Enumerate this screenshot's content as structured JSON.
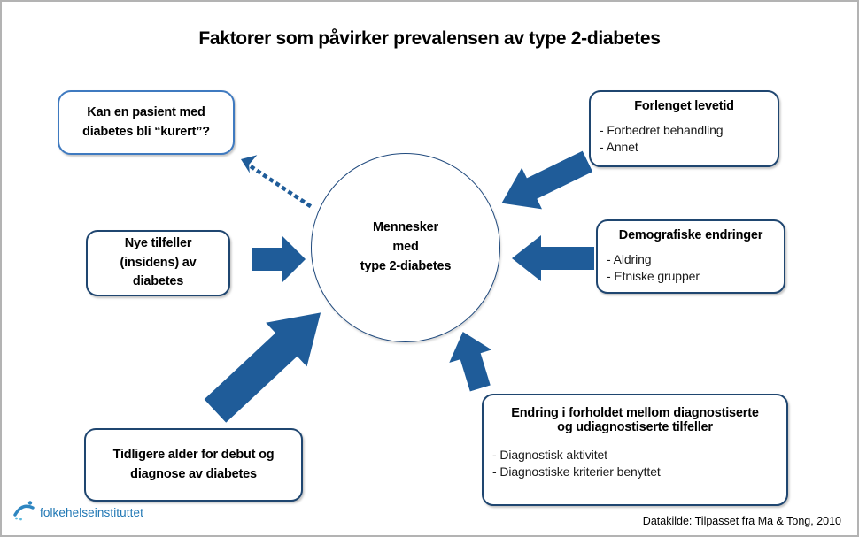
{
  "title": "Faktorer som påvirker prevalensen av type 2-diabetes",
  "colors": {
    "arrow_fill": "#1f5c99",
    "box_border_dark": "#1f4670",
    "question_box_border": "#3f7ac0",
    "logo_blue": "#2077b4"
  },
  "center_circle": {
    "lines": [
      "Mennesker",
      "med",
      "type 2-diabetes"
    ]
  },
  "boxes": {
    "question": {
      "lines": [
        "Kan en pasient med",
        "diabetes bli “kurert”?"
      ]
    },
    "forlenget": {
      "title": "Forlenget levetid",
      "items": [
        "- Forbedret behandling",
        "- Annet"
      ]
    },
    "demografiske": {
      "title": "Demografiske endringer",
      "items": [
        "- Aldring",
        "- Etniske grupper"
      ]
    },
    "nye_tilfeller": {
      "lines": [
        "Nye tilfeller",
        "(insidens) av",
        "diabetes"
      ]
    },
    "tidligere": {
      "lines": [
        "Tidligere alder for debut og",
        "diagnose av diabetes"
      ]
    },
    "endring": {
      "title_lines": [
        "Endring i forholdet mellom diagnostiserte",
        "og udiagnostiserte tilfeller"
      ],
      "items": [
        "- Diagnostisk aktivitet",
        "- Diagnostiske kriterier benyttet"
      ]
    }
  },
  "footer": {
    "logo_text": "folkehelseinstituttet",
    "source": "Datakilde: Tilpasset fra Ma & Tong, 2010"
  }
}
